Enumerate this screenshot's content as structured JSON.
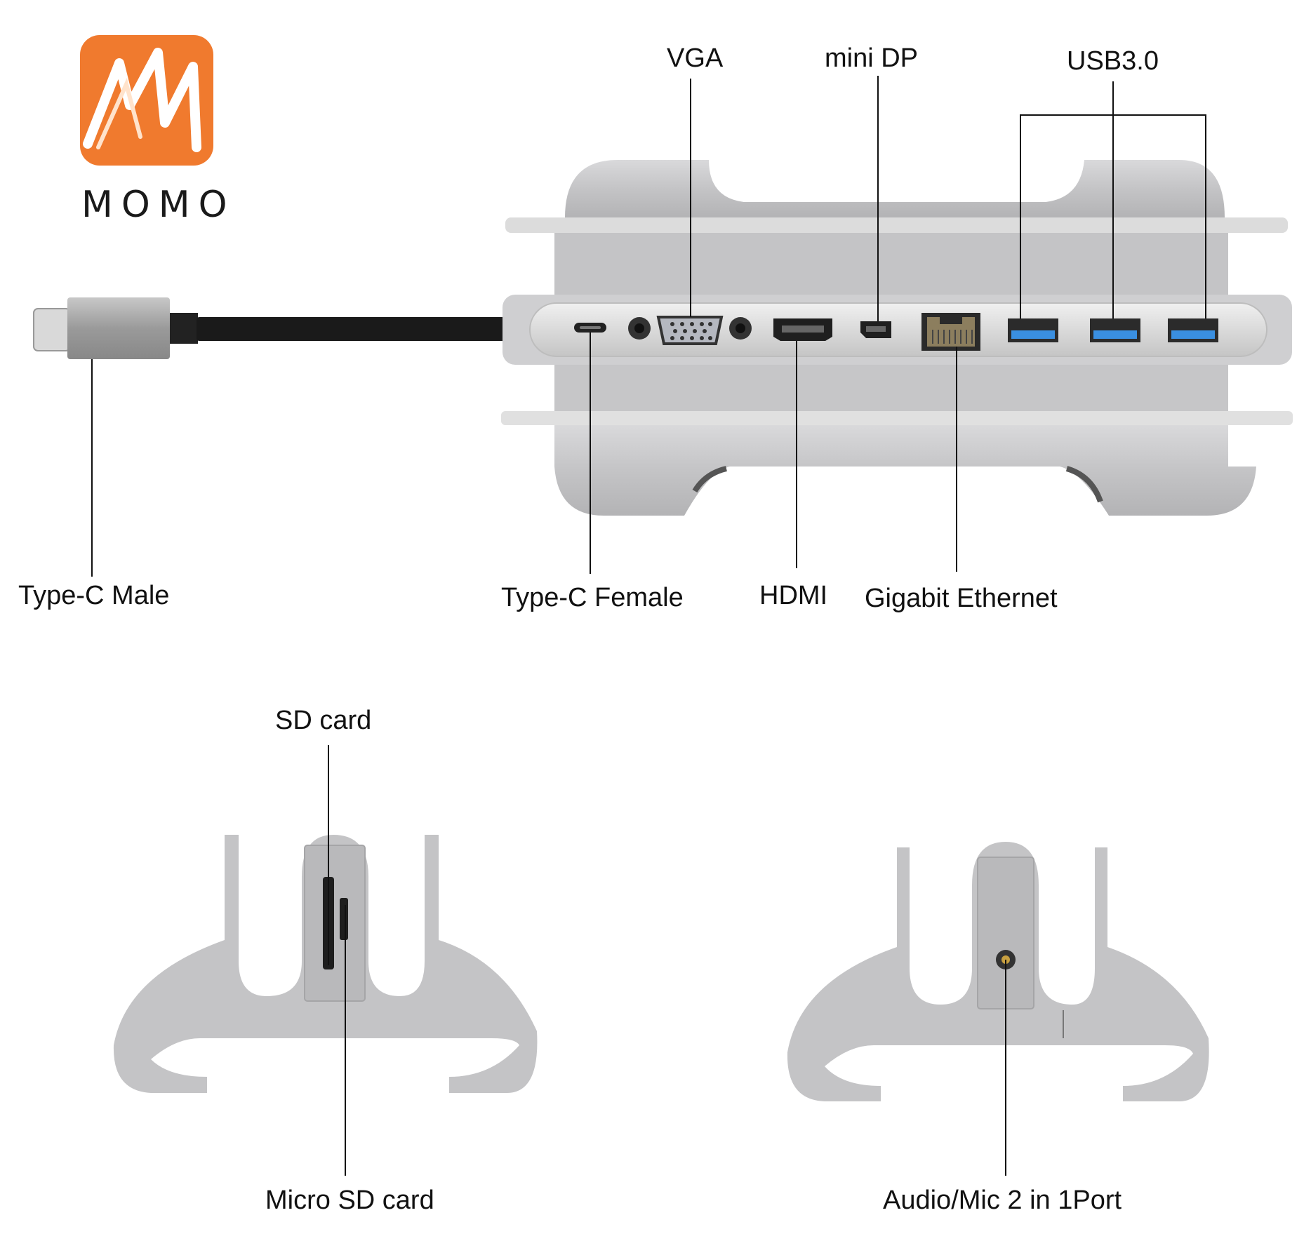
{
  "brand": {
    "name": "MOMO",
    "logo_icon": "momo-m-logo-icon",
    "accent": "#F07A2E"
  },
  "labels": {
    "vga": "VGA",
    "mini_dp": "mini DP",
    "usb30": "USB3.0",
    "type_c_male": "Type-C Male",
    "type_c_female": "Type-C Female",
    "hdmi": "HDMI",
    "gigabit_ethernet": "Gigabit Ethernet",
    "sd_card": "SD card",
    "micro_sd_card": "Micro SD card",
    "audio_mic": "Audio/Mic 2 in 1Port"
  },
  "colors": {
    "body": "#c8c8ca",
    "port_blue": "#3a8fe0",
    "cable": "#1a1a1a"
  }
}
